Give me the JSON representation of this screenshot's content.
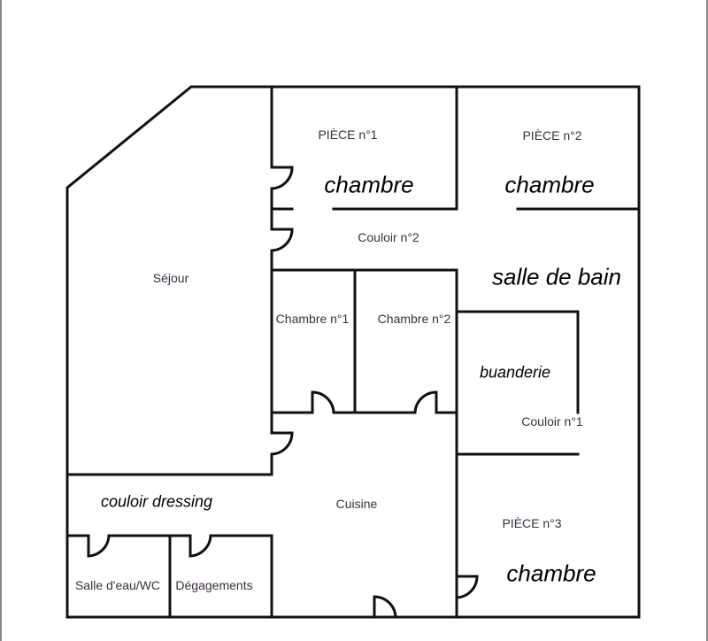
{
  "plan": {
    "wall_color": "#111111",
    "label_color": "#3a3040",
    "rooms": [
      {
        "id": "sejour",
        "label": "Séjour"
      },
      {
        "id": "piece1",
        "label": "PIÈCE  n°1",
        "annotation": "chambre"
      },
      {
        "id": "piece2",
        "label": "PIÈCE  n°2",
        "annotation": "chambre"
      },
      {
        "id": "couloir2",
        "label": "Couloir n°2"
      },
      {
        "id": "salle_de_bain",
        "annotation": "salle de bain"
      },
      {
        "id": "chambre1",
        "label": "Chambre n°1"
      },
      {
        "id": "chambre2",
        "label": "Chambre n°2"
      },
      {
        "id": "buanderie",
        "annotation": "buanderie"
      },
      {
        "id": "couloir1",
        "label": "Couloir n°1"
      },
      {
        "id": "couloir_dressing",
        "annotation": "couloir dressing"
      },
      {
        "id": "cuisine",
        "label": "Cuisine"
      },
      {
        "id": "piece3",
        "label": "PIÈCE  n°3",
        "annotation": "chambre"
      },
      {
        "id": "salle_eau",
        "label": "Salle d'eau/WC"
      },
      {
        "id": "degagements",
        "label": "Dégagements"
      }
    ]
  }
}
